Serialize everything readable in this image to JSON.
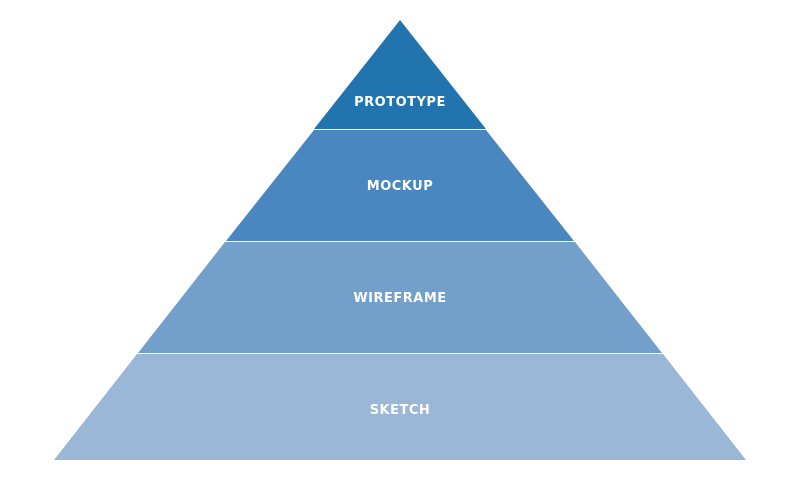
{
  "diagram": {
    "layers": [
      {
        "label": "PROTOTYPE",
        "color": "#2274ae"
      },
      {
        "label": "MOCKUP",
        "color": "#4a87c0"
      },
      {
        "label": "WIREFRAME",
        "color": "#739fcb"
      },
      {
        "label": "SKETCH",
        "color": "#9bb7d7"
      }
    ]
  }
}
